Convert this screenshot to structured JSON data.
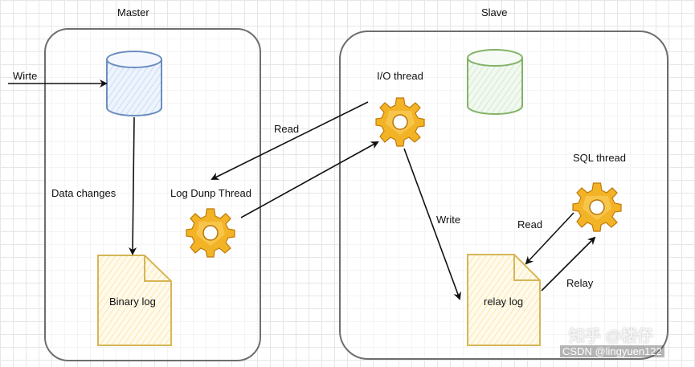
{
  "master": {
    "title": "Master",
    "write_label": "Wirte",
    "data_changes_label": "Data changes",
    "log_dump_thread_label": "Log Dunp Thread",
    "binary_log_label": "Binary log"
  },
  "slave": {
    "title": "Slave",
    "io_thread_label": "I/O thread",
    "sql_thread_label": "SQL thread",
    "relay_log_label": "relay log",
    "write_label": "Write",
    "read_label": "Read",
    "relay_label": "Relay"
  },
  "links": {
    "read_label": "Read"
  },
  "watermark": {
    "zhihu": "知乎 @楼仔",
    "csdn": "CSDN @lingyuen122"
  },
  "colors": {
    "master_db_stroke": "#6c8ebf",
    "master_db_fill": "#dae8fc",
    "slave_db_stroke": "#82b366",
    "slave_db_fill": "#d5e8d4",
    "log_stroke": "#d6b656",
    "log_fill": "#fff2cc",
    "gear": "#e8a317"
  }
}
